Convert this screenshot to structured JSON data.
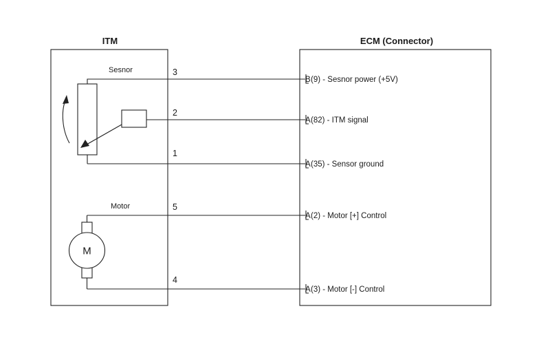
{
  "itm": {
    "title": "ITM",
    "sensor_label": "Sesnor",
    "motor_label": "Motor",
    "motor_letter": "M"
  },
  "ecm": {
    "title": "ECM (Connector)"
  },
  "wires": [
    {
      "pin": "3",
      "conn": "B",
      "text": "(9) - Sesnor power (+5V)"
    },
    {
      "pin": "2",
      "conn": "A",
      "text": "(82) - ITM signal"
    },
    {
      "pin": "1",
      "conn": "A",
      "text": "(35) - Sensor ground"
    },
    {
      "pin": "5",
      "conn": "A",
      "text": "(2) - Motor [+] Control"
    },
    {
      "pin": "4",
      "conn": "A",
      "text": "(3) - Motor [-] Control"
    }
  ]
}
